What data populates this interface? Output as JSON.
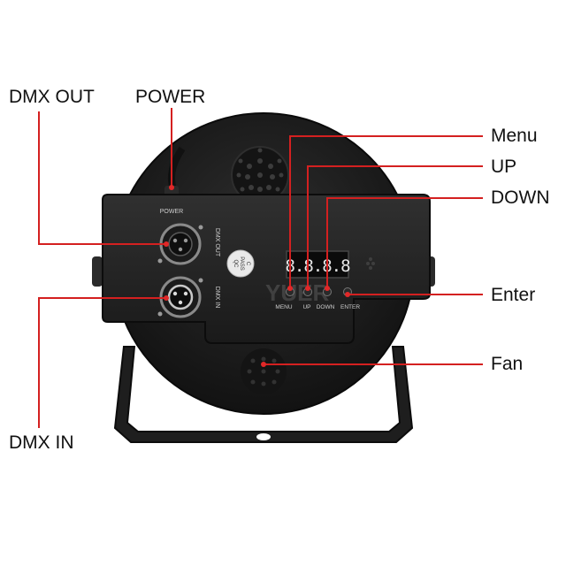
{
  "callouts": {
    "dmx_out": "DMX OUT",
    "power": "POWER",
    "menu": "Menu",
    "up": "UP",
    "down": "DOWN",
    "enter": "Enter",
    "fan": "Fan",
    "dmx_in": "DMX IN"
  },
  "device": {
    "power_label": "POWER",
    "dmx_out_label": "DMX OUT",
    "dmx_in_label": "DMX IN",
    "qc_sticker": [
      "QC",
      "PASS",
      "C"
    ],
    "display_digits": "8.8.8.8",
    "button_labels": [
      "MENU",
      "UP",
      "DOWN",
      "ENTER"
    ],
    "watermark": "YUER"
  },
  "colors": {
    "callout_line": "#d42020",
    "callout_dot": "#e02828",
    "body": "#1d1d1d",
    "panel": "#252525",
    "display_digits": "#e6e6e6"
  }
}
